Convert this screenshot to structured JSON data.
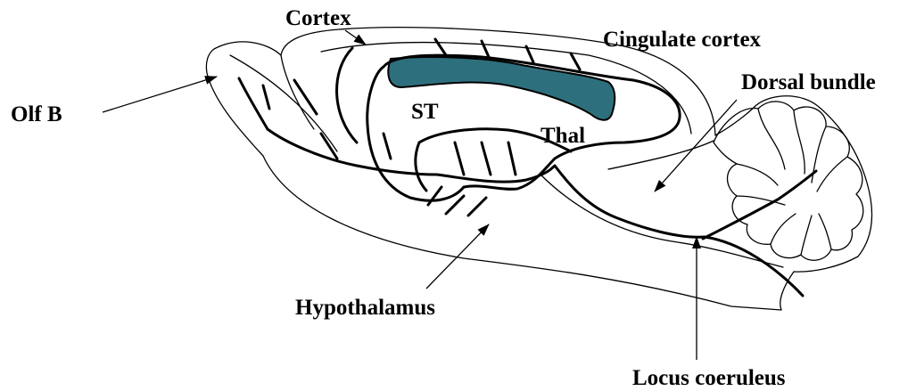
{
  "labels": {
    "cortex": "Cortex",
    "cingulate_cortex": "Cingulate cortex",
    "dorsal_bundle": "Dorsal bundle",
    "olf_b": "Olf B",
    "st": "ST",
    "thal": "Thal",
    "hypothalamus": "Hypothalamus",
    "locus_coeruleus": "Locus coeruleus"
  },
  "colors": {
    "highlight_region": "#2e6f7d",
    "line": "#000000",
    "background": "#ffffff"
  }
}
